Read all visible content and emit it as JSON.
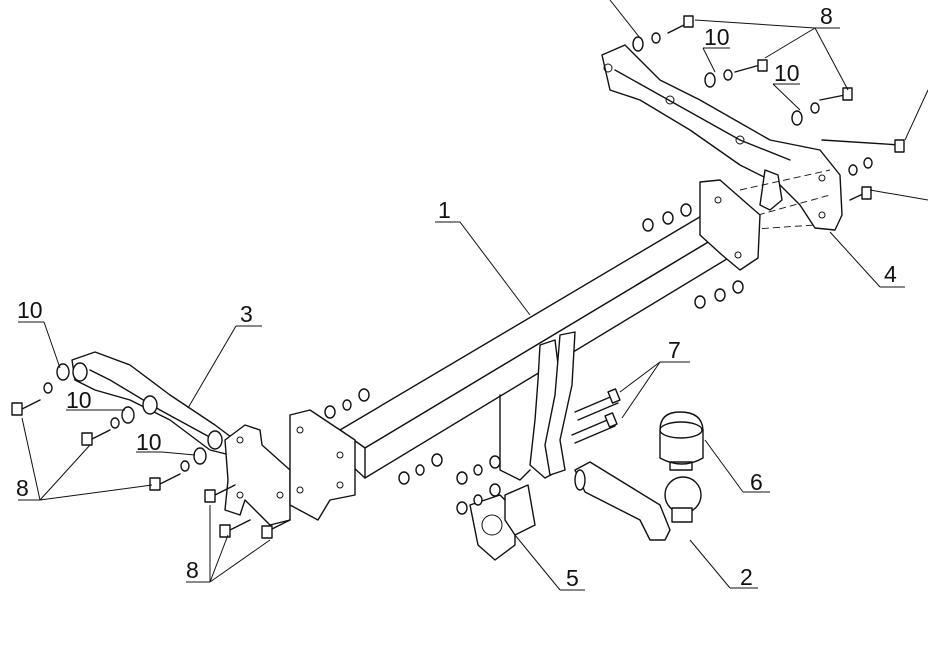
{
  "labels": {
    "frame": "1",
    "ball": "2",
    "left_bracket": "3",
    "right_bracket": "4",
    "socket_plate": "5",
    "ball_cover": "6",
    "bolt_set_7": "7",
    "bolt_set_8": "8",
    "washer_10": "10"
  }
}
